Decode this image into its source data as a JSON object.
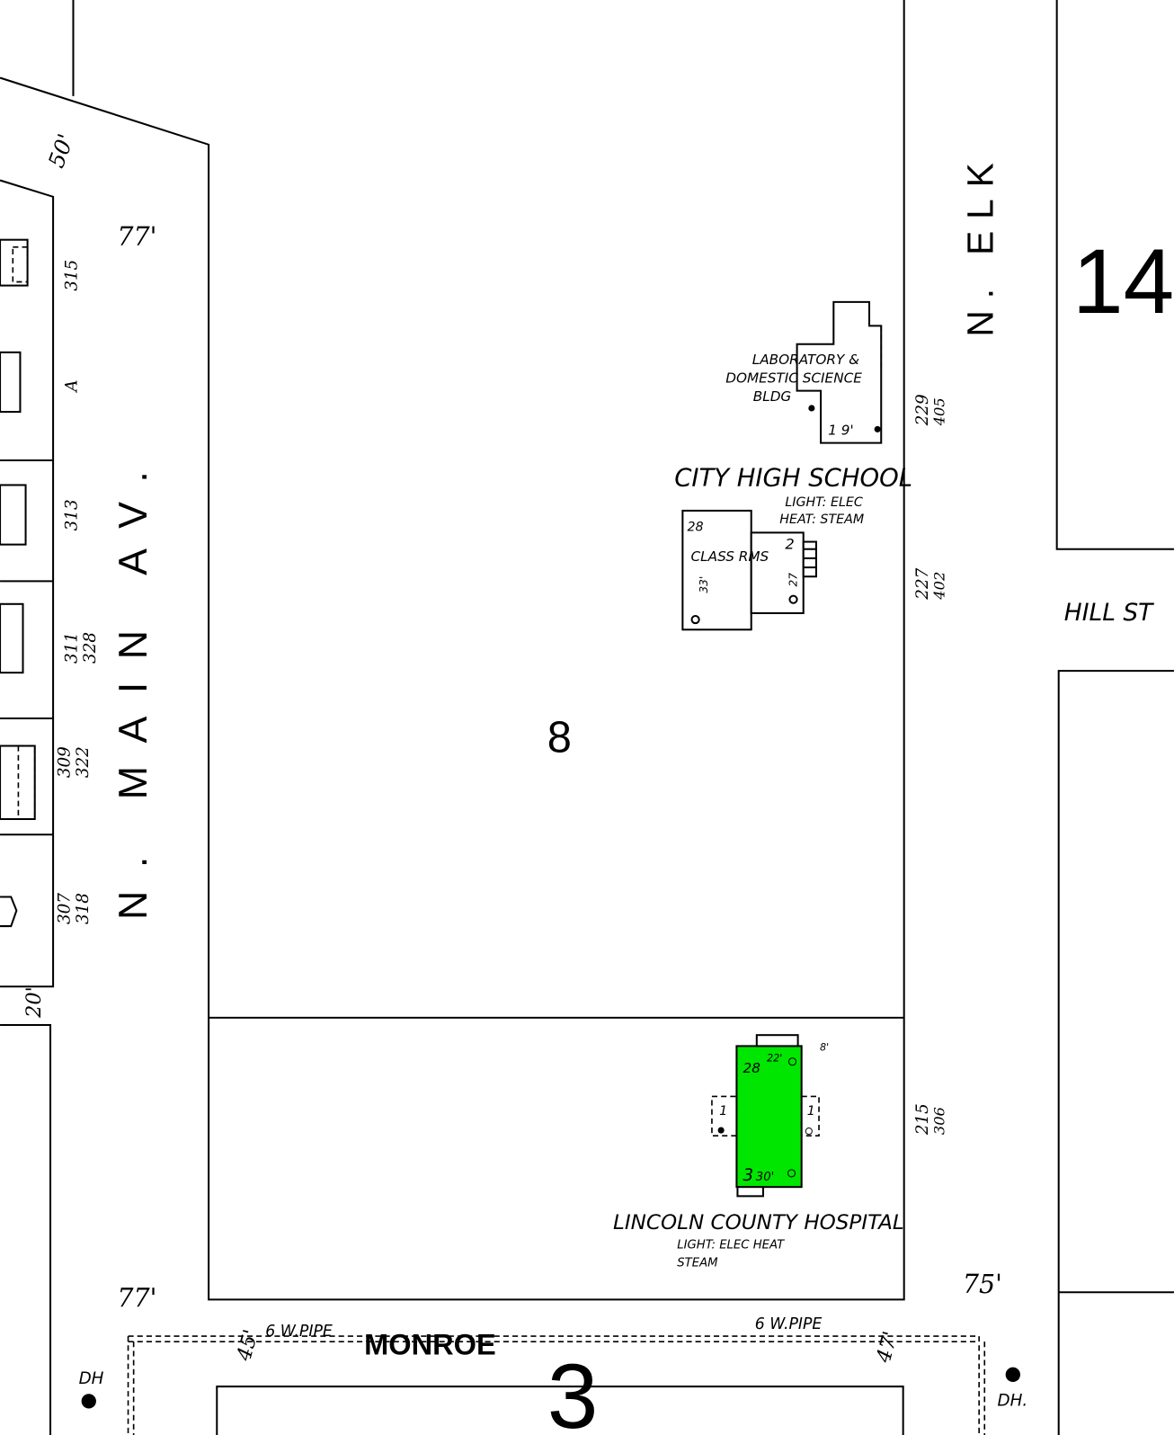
{
  "colors": {
    "hospital_fill": "#00e600",
    "ink": "#000000",
    "paper": "#ffffff"
  },
  "streets": {
    "main": "N. MAIN AV.",
    "elk": "N. ELK",
    "hill": "HILL ST",
    "monroe": "MONROE"
  },
  "blocks": {
    "center": "8",
    "right": "14",
    "bottom": "3"
  },
  "dimensions": {
    "top_left": "50'",
    "main_top": "77'",
    "main_bottom": "77'",
    "elk_bottom": "75'",
    "lot_20": "20'",
    "monroe_left": "45'",
    "monroe_right": "47'"
  },
  "pipes": {
    "left": "6 W.PIPE",
    "right": "6 W.PIPE"
  },
  "hydrants": {
    "left": "DH",
    "right": "DH."
  },
  "lot_numbers": {
    "l315": "315",
    "lA": "A",
    "l313": "313",
    "l311": "311",
    "l328": "328",
    "l309": "309",
    "l322": "322",
    "l307": "307",
    "l318": "318"
  },
  "elk_addresses": {
    "a229": "229",
    "a405": "405",
    "a227": "227",
    "a402": "402",
    "a215": "215",
    "a306": "306"
  },
  "school": {
    "name": "CITY HIGH SCHOOL",
    "light": "LIGHT: ELEC",
    "heat": "HEAT: STEAM",
    "lab_line1": "LABORATORY &",
    "lab_line2": "DOMESTIC SCIENCE",
    "lab_line3": "BLDG",
    "class_label": "CLASS RMS",
    "lab_floors": "1",
    "lab_height": "1 9'",
    "class_stories": "28",
    "class_height": "33'",
    "annex_stories": "2",
    "annex_height": "27"
  },
  "hospital": {
    "name": "LINCOLN COUNTY HOSPITAL",
    "utilities_line1": "LIGHT: ELEC  HEAT",
    "utilities_line2": "STEAM",
    "stories_top": "28",
    "height_top": "22'",
    "stories_bottom": "3",
    "height_bottom": "30'",
    "side_left": "1",
    "side_right": "1",
    "porch": "8'"
  }
}
